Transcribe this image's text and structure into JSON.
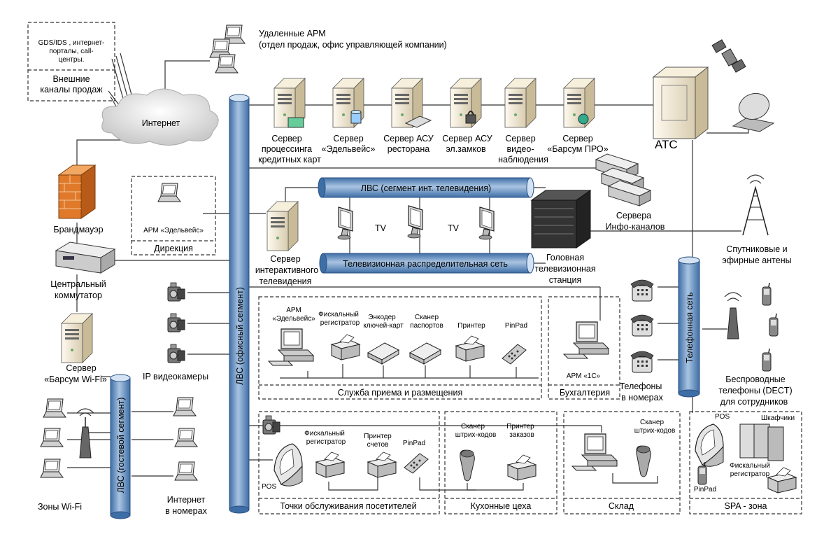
{
  "remote": {
    "line1": "Удаленные АРМ",
    "line2": "(отдел продаж, офис управляющей компании)"
  },
  "gds": {
    "line1": "GDS/IDS ,  интернет-",
    "line2": "порталы, call-",
    "line3": "центры.",
    "sales1": "Внешние",
    "sales2": "каналы продаж"
  },
  "internet": "Интернет",
  "firewall": "Брандмауэр",
  "central_switch": {
    "line1": "Центральный",
    "line2": "коммутатор"
  },
  "wifi_server": {
    "line1": "Сервер",
    "line2": "«Барсум Wi-Fi»"
  },
  "wifi_zones": "Зоны Wi-Fi",
  "internet_rooms": {
    "line1": "Интернет",
    "line2": "в номерах"
  },
  "lan_office": "ЛВС (офисный сегмент)",
  "lan_guest": "ЛВС (гостевой сегмент)",
  "direction": {
    "label": "Дирекция",
    "arm": "АРМ «Эдельвейс»"
  },
  "servers": [
    {
      "l1": "Сервер",
      "l2": "процессинга",
      "l3": "кредитных карт"
    },
    {
      "l1": "Сервер",
      "l2": "«Эдельвейс»",
      "l3": ""
    },
    {
      "l1": "Сервер АСУ",
      "l2": "ресторана",
      "l3": ""
    },
    {
      "l1": "Сервер АСУ",
      "l2": "эл.замков",
      "l3": ""
    },
    {
      "l1": "Сервер",
      "l2": "видео-",
      "l3": "наблюдения"
    },
    {
      "l1": "Сервер",
      "l2": "«Барсум ПРО»",
      "l3": ""
    }
  ],
  "ats": "АТС",
  "lan_tv": "ЛВС (сегмент инт. телевидения)",
  "tv_distribution": "Телевизионная распределительная сеть",
  "tv_labels": [
    "TV",
    "TV"
  ],
  "itv_server": {
    "l1": "Сервер",
    "l2": "интерактивного",
    "l3": "телевидения"
  },
  "head_station": {
    "l1": "Головная",
    "l2": "телевизионная",
    "l3": "станция"
  },
  "info_servers": {
    "l1": "Сервера",
    "l2": "Инфо-каналов"
  },
  "antennas": {
    "l1": "Спутниковые и",
    "l2": "эфирные антены"
  },
  "phone_net": "Телефонная сеть",
  "phones_rooms": {
    "l1": "Телефоны",
    "l2": "в номерах"
  },
  "dect": {
    "l1": "Беспроводные",
    "l2": "телефоны (DECT)",
    "l3": "для сотрудников"
  },
  "ip_cameras": "IP видеокамеры",
  "reception": {
    "title": "Служба приема и размещения",
    "arm1": "АРМ",
    "arm2": "«Эдельвейс»",
    "fiscal1": "Фискальный",
    "fiscal2": "регистратор",
    "encoder1": "Энкодер",
    "encoder2": "ключей-карт",
    "scanner1": "Сканер",
    "scanner2": "паспортов",
    "printer": "Принтер",
    "pinpad": "PinPad"
  },
  "accounting": {
    "title": "Бухгалтерия",
    "arm": "АРМ «1С»"
  },
  "service_points": {
    "title": "Точки обслуживания посетителей",
    "pos": "POS",
    "fiscal1": "Фискальный",
    "fiscal2": "регистратор",
    "printer1": "Принтер",
    "printer2": "счетов",
    "pinpad": "PinPad"
  },
  "kitchen": {
    "title": "Кухонные цеха",
    "scanner1": "Сканер",
    "scanner2": "штрих-кодов",
    "printer1": "Принтер",
    "printer2": "заказов"
  },
  "warehouse": {
    "title": "Склад",
    "scanner1": "Сканер",
    "scanner2": "штрих-кодов"
  },
  "spa": {
    "title": "SPA - зона",
    "pos": "POS",
    "lockers": "Шкафчики",
    "fiscal1": "Фискальный",
    "fiscal2": "регистратор",
    "pinpad": "PinPad"
  },
  "colors": {
    "pipe": "#5b86b8",
    "pipe_light": "#a9c4e2",
    "server": "#ece2c4",
    "firewall": "#e07a2a"
  }
}
